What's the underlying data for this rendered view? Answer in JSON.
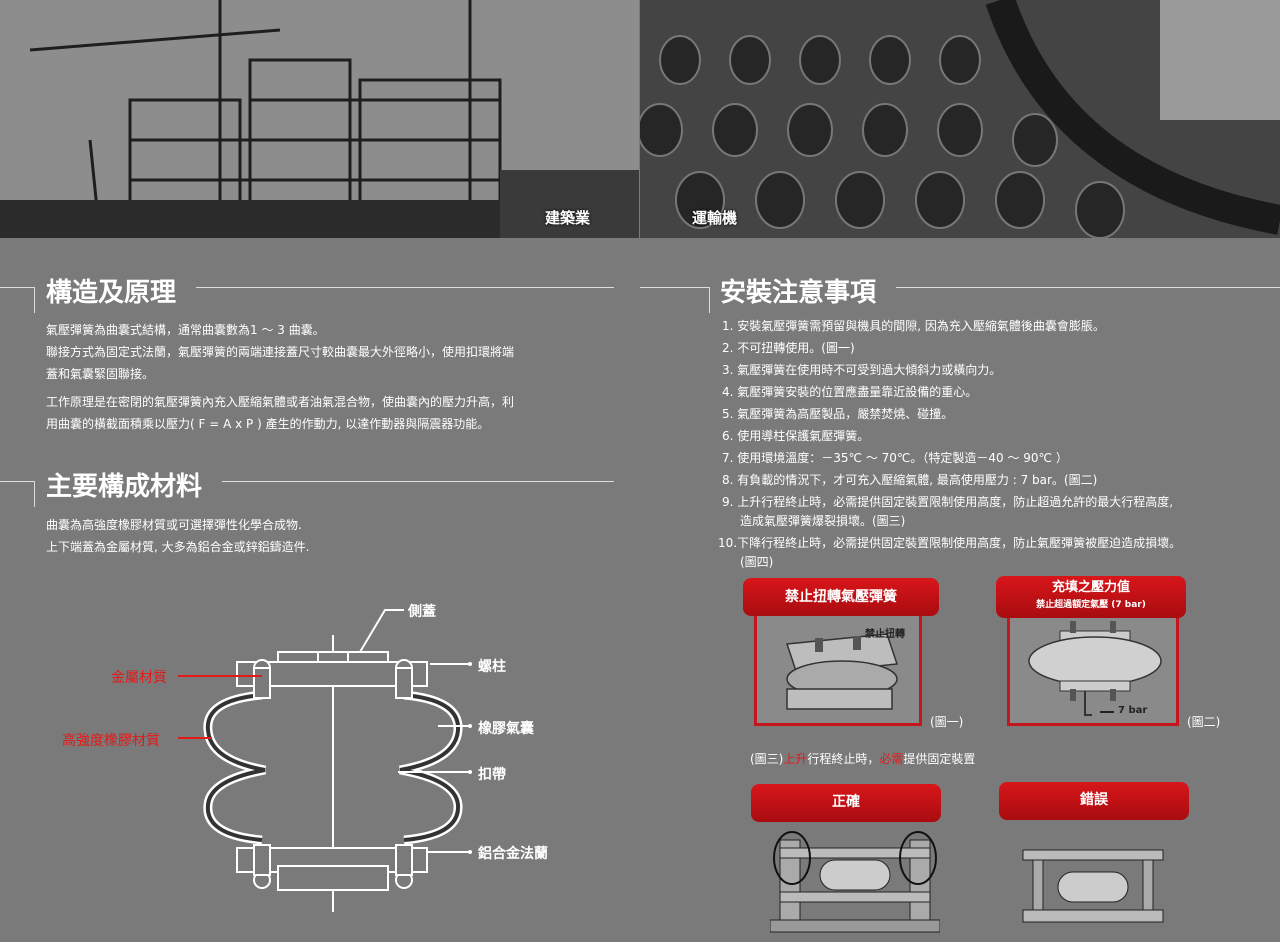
{
  "photos": {
    "left_caption": "建築業",
    "right_caption": "運輸機"
  },
  "structure": {
    "title": "構造及原理",
    "paragraphs": [
      "氣壓彈簧為曲囊式結構，通常曲囊數為1 ～ 3 曲囊。",
      "聯接方式為固定式法蘭，氣壓彈簧的兩端連接蓋尺寸較曲囊最大外徑略小，使用扣環將端",
      "蓋和氣囊緊固聯接。",
      "工作原理是在密閉的氣壓彈簧內充入壓縮氣體或者油氣混合物，使曲囊內的壓力升高，利",
      "用曲囊的橫截面積乘以壓力( F = A x P ) 產生的作動力, 以達作動器與隔震器功能。"
    ]
  },
  "materials": {
    "title": "主要構成材料",
    "paragraphs": [
      "曲囊為高強度橡膠材質或可選擇彈性化學合成物.",
      "上下端蓋為金屬材質, 大多為鋁合金或鋅鋁鑄造件."
    ]
  },
  "diagram": {
    "labels_left": [
      "金屬材質",
      "高強度橡膠材質"
    ],
    "labels_right": [
      "側蓋",
      "螺柱",
      "橡膠氣囊",
      "扣帶",
      "鋁合金法蘭"
    ]
  },
  "install": {
    "title": "安裝注意事項",
    "items": [
      "1. 安裝氣壓彈簧需預留與機具的間隙, 因為充入壓縮氣體後曲囊會膨脹。",
      "2. 不可扭轉使用。(圖一)",
      "3. 氣壓彈簧在使用時不可受到過大傾斜力或橫向力。",
      "4. 氣壓彈簧安裝的位置應盡量靠近設備的重心。",
      "5. 氣壓彈簧為高壓製品，嚴禁焚燒、碰撞。",
      "6. 使用導柱保護氣壓彈簧。",
      "7. 使用環境溫度：－35℃ ～ 70℃。（特定製造－40 ～ 90℃ ）",
      "8. 有負載的情況下，才可充入壓縮氣體, 最高使用壓力 : 7 bar。(圖二)",
      "9. 上升行程終止時，必需提供固定裝置限制使用高度，防止超過允許的最大行程高度,",
      "造成氣壓彈簧爆裂損壞。(圖三)",
      "10.下降行程終止時，必需提供固定裝置限制使用高度，防止氣壓彈簧被壓迫造成損壞。",
      "(圖四)"
    ]
  },
  "figures": {
    "fig1_banner": "禁止扭轉氣壓彈簧",
    "fig1_inner_label": "禁止扭轉",
    "fig1_caption": "(圖一)",
    "fig2_banner_line1": "充填之壓力值",
    "fig2_banner_line2": "禁止超過額定氣壓 (7 bar)",
    "fig2_inner_label": "7 bar",
    "fig2_caption": "(圖二)",
    "fig3_caption_prefix": "(圖三)",
    "fig3_caption_red1": "上升",
    "fig3_caption_mid": "行程終止時，",
    "fig3_caption_red2": "必需",
    "fig3_caption_suffix": "提供固定裝置",
    "correct_banner": "正確",
    "wrong_banner": "錯誤"
  },
  "colors": {
    "background": "#7a7a7a",
    "accent_red": "#d8161a",
    "text": "#ffffff"
  }
}
